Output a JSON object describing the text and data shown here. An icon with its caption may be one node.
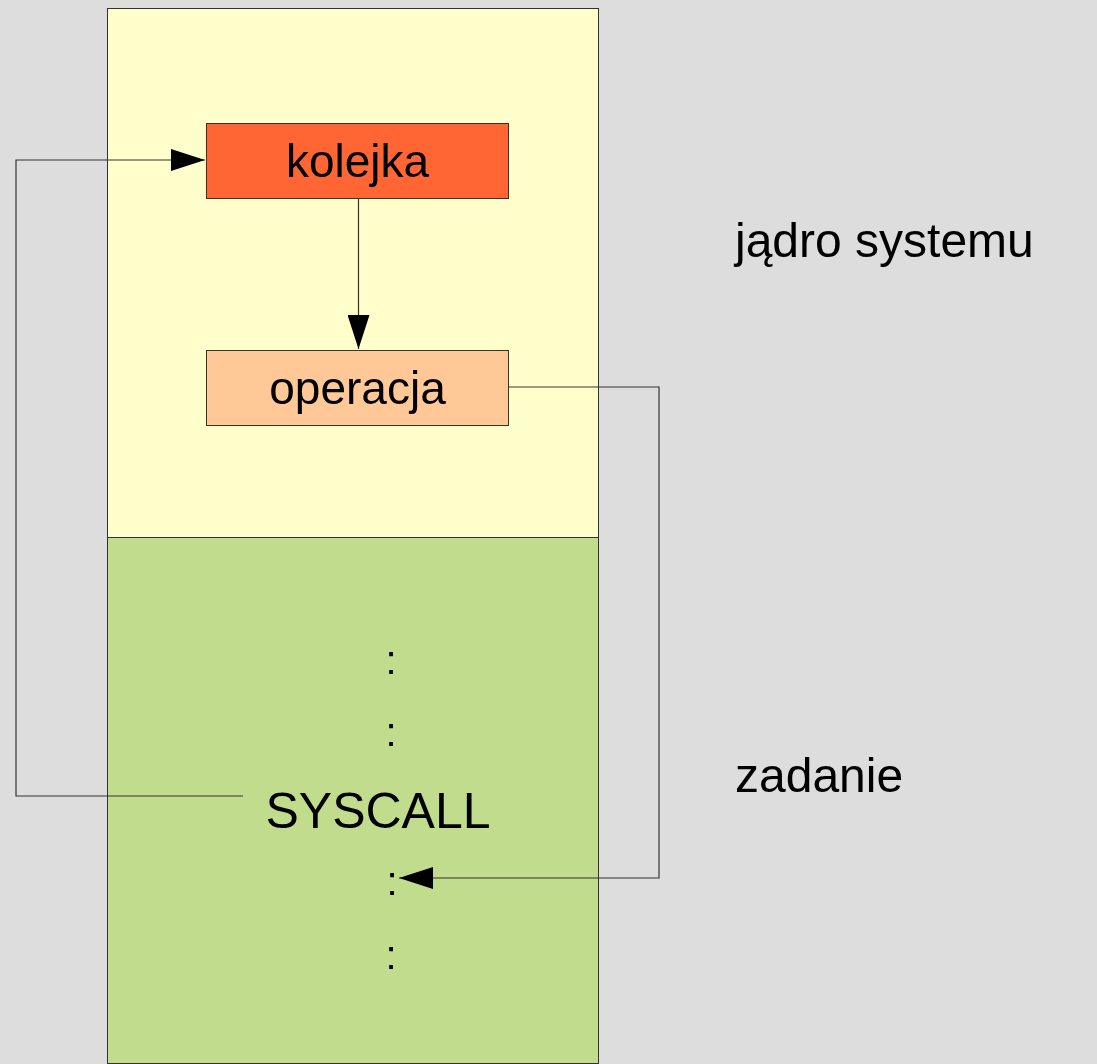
{
  "diagram": {
    "nodes": [
      {
        "text": [],
        "shape": "box",
        "beside": [
          "jądro systemu"
        ]
      },
      {
        "text": [
          "kolejka"
        ],
        "in": 0
      },
      {
        "text": [
          "operacja"
        ],
        "in": 0
      },
      {
        "text": [],
        "shape": "box",
        "beside": [
          "zadanie"
        ]
      },
      {
        "text": [
          "SYSCALL"
        ],
        "in": 3
      },
      {
        "text": [
          ":"
        ],
        "in": 3
      }
    ],
    "edges": [
      {
        "from": 4,
        "to": 1,
        "arrow": "to"
      },
      {
        "from": 1,
        "to": 2,
        "arrow": "to"
      },
      {
        "from": 2,
        "to": 5,
        "arrow": "to"
      }
    ],
    "labels": [
      ":",
      ":",
      ":"
    ]
  }
}
